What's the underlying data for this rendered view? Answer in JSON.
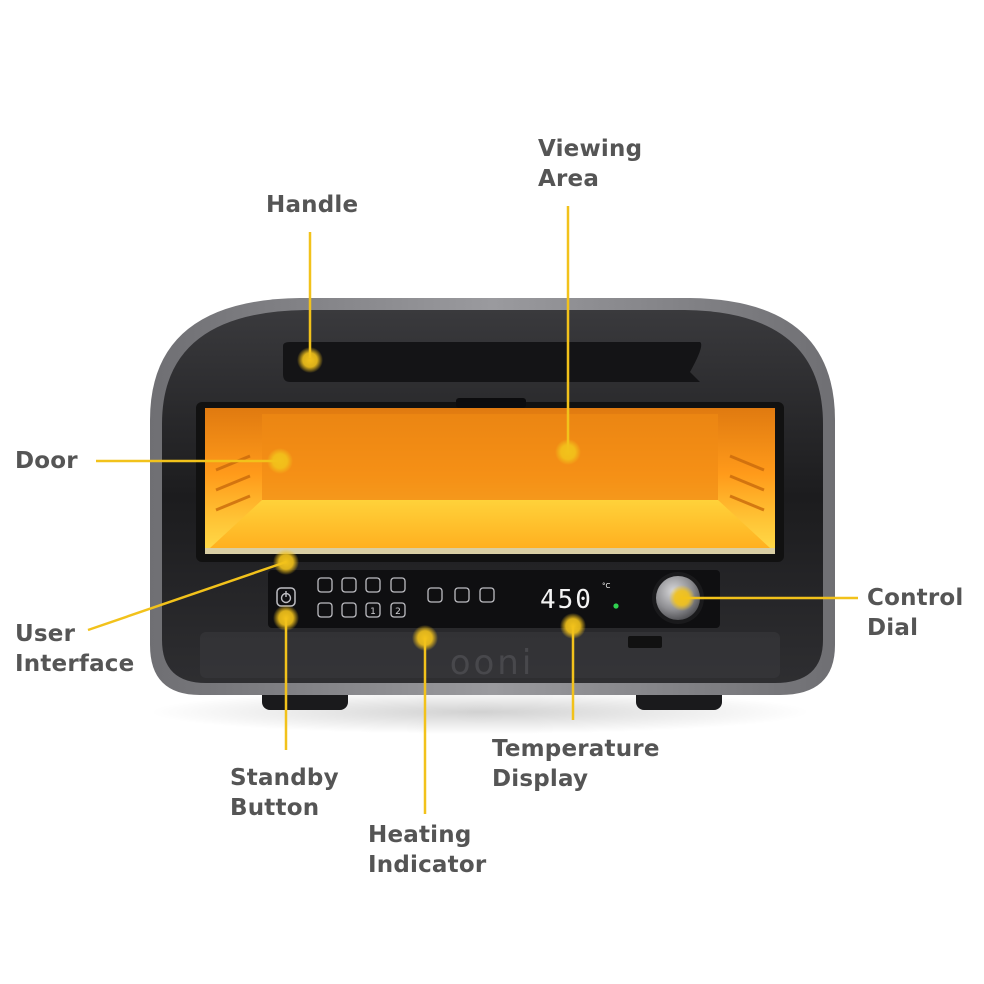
{
  "colors": {
    "callout": "#f2c21b",
    "label_text": "#555555",
    "oven_body": "#2b2b2d",
    "oven_trim": "#8a8a8e",
    "chamber_glow": "#ff9e1f",
    "display_digits": "#f4f4f4",
    "ready_dot": "#2fd14f"
  },
  "icons": {
    "standby": "power-icon",
    "dial": "rotary-dial-icon"
  },
  "labels": {
    "handle": [
      "Handle"
    ],
    "viewing_area": [
      "Viewing",
      "Area"
    ],
    "door": [
      "Door"
    ],
    "user_interface": [
      "User",
      "Interface"
    ],
    "control_dial": [
      "Control",
      "Dial"
    ],
    "standby_button": [
      "Standby",
      "Button"
    ],
    "temperature_display": [
      "Temperature",
      "Display"
    ],
    "heating_indicator": [
      "Heating",
      "Indicator"
    ]
  },
  "oven": {
    "temperature": "450",
    "unit": "°C",
    "brand": "ooni",
    "preset_keys": [
      "1",
      "2"
    ]
  }
}
